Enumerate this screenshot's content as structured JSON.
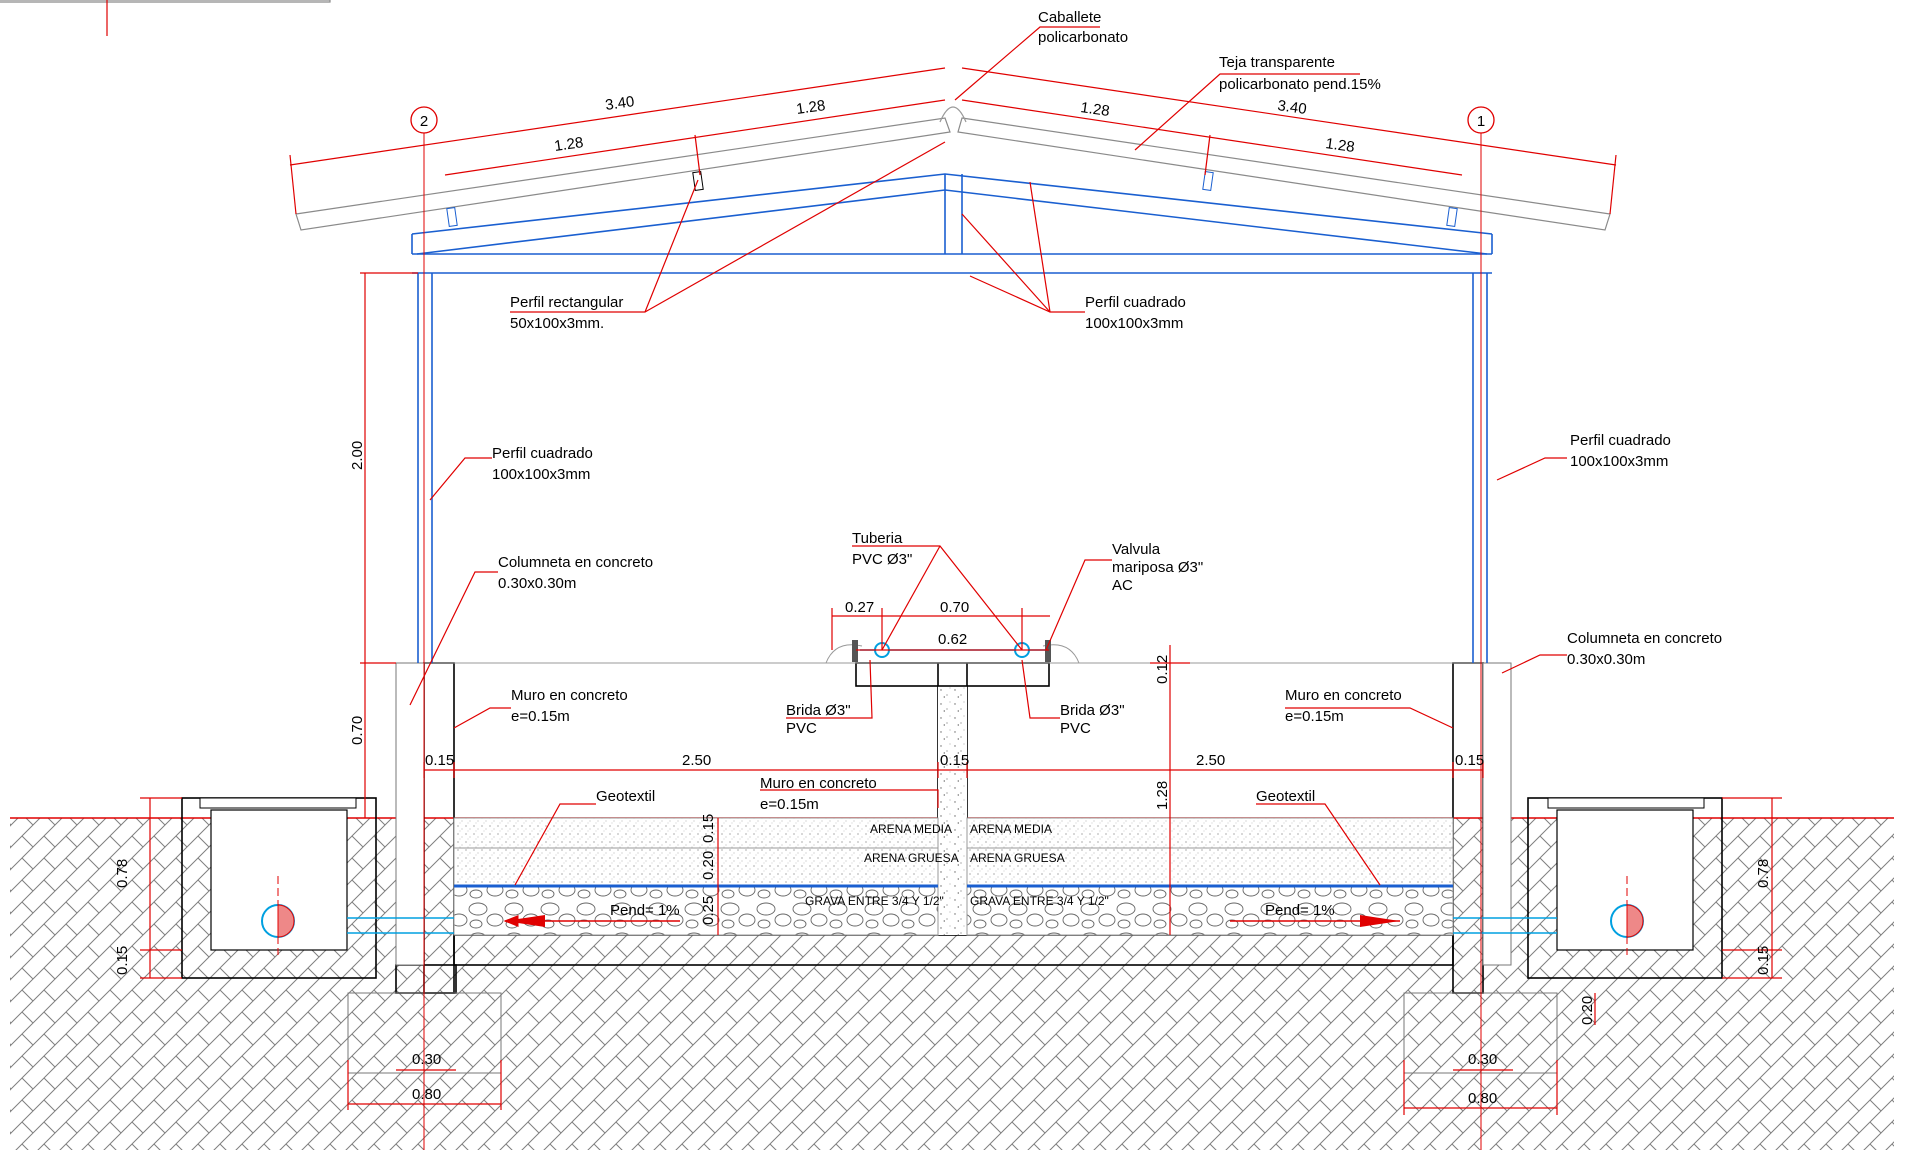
{
  "roof": {
    "ridge_cap": [
      "Caballete",
      "policarbonato"
    ],
    "sheet": [
      "Teja transparente",
      "policarbonato pend.15%"
    ],
    "dims_left": [
      "3.40",
      "1.28",
      "1.28"
    ],
    "dims_right": [
      "1.28",
      "3.40",
      "1.28"
    ]
  },
  "axes": {
    "left": "2",
    "right": "1"
  },
  "profiles": {
    "rect": [
      "Perfil rectangular",
      "50x100x3mm."
    ],
    "square_top": [
      "Perfil cuadrado",
      "100x100x3mm"
    ],
    "square_left": [
      "Perfil cuadrado",
      "100x100x3mm"
    ],
    "square_right": [
      "Perfil cuadrado",
      "100x100x3mm"
    ]
  },
  "columns": {
    "left": [
      "Columneta en concreto",
      "0.30x0.30m"
    ],
    "right": [
      "Columneta en concreto",
      "0.30x0.30m"
    ]
  },
  "walls": {
    "left": [
      "Muro en concreto",
      "e=0.15m"
    ],
    "center": [
      "Muro en concreto",
      "e=0.15m"
    ],
    "right": [
      "Muro en concreto",
      "e=0.15m"
    ]
  },
  "piping": {
    "pipe": [
      "Tuberia",
      "PVC Ø3\""
    ],
    "valve": [
      "Valvula",
      "mariposa Ø3\"",
      "AC"
    ],
    "flange_left": [
      "Brida Ø3\"",
      "PVC"
    ],
    "flange_right": [
      "Brida Ø3\"",
      "PVC"
    ]
  },
  "layers": {
    "geotextil_left": "Geotextil",
    "geotextil_right": "Geotextil",
    "arena_media": "ARENA MEDIA",
    "arena_gruesa": "ARENA GRUESA",
    "grava": "GRAVA ENTRE 3/4 Y 1/2\"",
    "slope": "Pend= 1%"
  },
  "dims": {
    "height_200": "2.00",
    "height_070": "0.70",
    "d027": "0.27",
    "d070": "0.70",
    "d062": "0.62",
    "d012": "0.12",
    "d128": "1.28",
    "d015_l": "0.15",
    "d250_l": "2.50",
    "d015_c": "0.15",
    "d250_r": "2.50",
    "d015_r": "0.15",
    "layer_015": "0.15",
    "layer_020": "0.20",
    "layer_025": "0.25",
    "box_078_l": "0.78",
    "box_015_l": "0.15",
    "box_078_r": "0.78",
    "box_015_r": "0.15",
    "foot_030_l": "0.30",
    "foot_080_l": "0.80",
    "foot_030_r": "0.30",
    "foot_080_r": "0.80",
    "foot_020_r": "0.20"
  },
  "colors": {
    "dimension": "#e00000",
    "steel": "#1a5fd0",
    "roof_sheet": "#8a8a8a",
    "concrete": "#000000",
    "pipe": "#00a0e0"
  }
}
